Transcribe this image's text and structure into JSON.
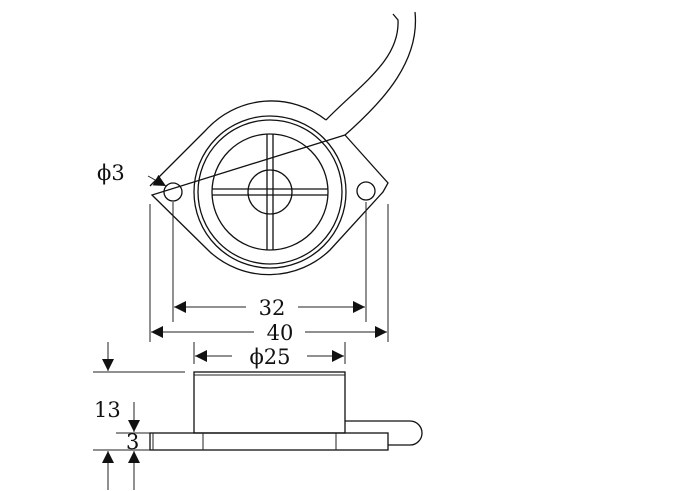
{
  "drawing": {
    "hole_diameter_label": "ϕ3",
    "hole_spacing_label": "32",
    "overall_width_label": "40",
    "body_diameter_label": "ϕ25",
    "total_height_label": "13",
    "flange_thickness_label": "3",
    "line_color": "#111111"
  }
}
